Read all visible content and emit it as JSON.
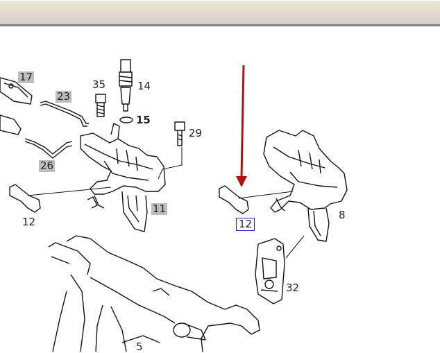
{
  "window": {
    "title": ""
  },
  "diagram": {
    "parts": [
      {
        "id": "17",
        "label": "17",
        "style": "gray"
      },
      {
        "id": "23",
        "label": "23",
        "style": "gray"
      },
      {
        "id": "26",
        "label": "26",
        "style": "gray"
      },
      {
        "id": "35",
        "label": "35",
        "style": "plain"
      },
      {
        "id": "14",
        "label": "14",
        "style": "plain"
      },
      {
        "id": "15",
        "label": "15",
        "style": "bold"
      },
      {
        "id": "29",
        "label": "29",
        "style": "plain"
      },
      {
        "id": "11",
        "label": "11",
        "style": "gray"
      },
      {
        "id": "12a",
        "label": "12",
        "style": "plain"
      },
      {
        "id": "12b",
        "label": "12",
        "style": "boxed"
      },
      {
        "id": "8",
        "label": "8",
        "style": "plain"
      },
      {
        "id": "32",
        "label": "32",
        "style": "plain"
      },
      {
        "id": "5",
        "label": "5",
        "style": "plain"
      }
    ],
    "arrow_color": "#b01010",
    "highlight_box_color": "#1a2bd6"
  }
}
